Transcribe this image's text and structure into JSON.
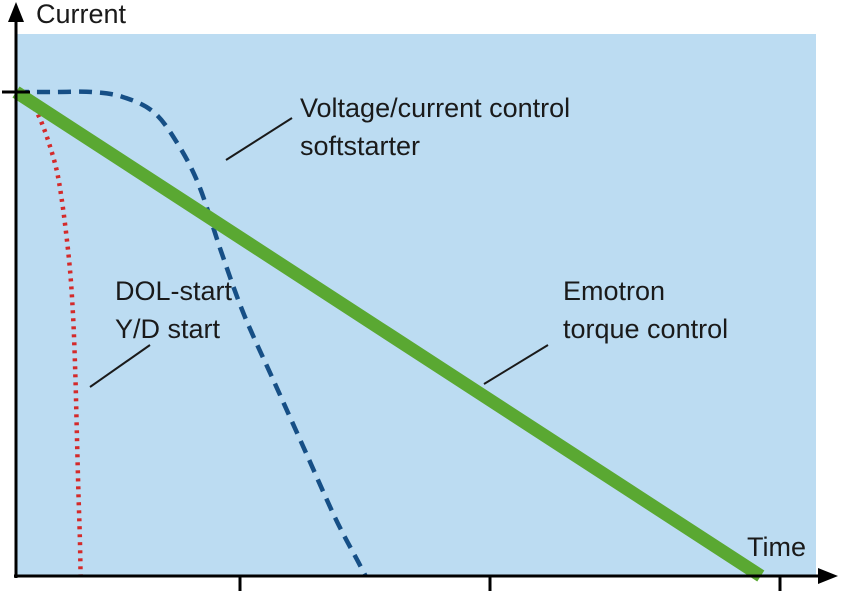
{
  "chart_data": {
    "type": "line",
    "xlabel": "Time",
    "ylabel": "Current",
    "xlim": [
      0,
      1
    ],
    "ylim": [
      0,
      1
    ],
    "x_ticks": 3,
    "grid": false,
    "colors": {
      "background": "#bcdcf2",
      "axis": "#000000",
      "leader": "#1a1a1a"
    },
    "series": [
      {
        "id": "dol",
        "label_lines": [
          "DOL-start",
          "Y/D start"
        ],
        "color": "#d42a2a",
        "style": "dotted",
        "points": [
          [
            0,
            1
          ],
          [
            0.01,
            0.99
          ],
          [
            0.03,
            0.95
          ],
          [
            0.05,
            0.86
          ],
          [
            0.06,
            0.78
          ],
          [
            0.07,
            0.65
          ],
          [
            0.075,
            0.54
          ],
          [
            0.078,
            0.42
          ],
          [
            0.08,
            0.3
          ],
          [
            0.082,
            0.18
          ],
          [
            0.084,
            0.08
          ],
          [
            0.085,
            0
          ]
        ]
      },
      {
        "id": "softstarter",
        "label_lines": [
          "Voltage/current control",
          "softstarter"
        ],
        "color": "#164f86",
        "style": "dashed",
        "points": [
          [
            0,
            1
          ],
          [
            0.05,
            1.0
          ],
          [
            0.1,
            1.0
          ],
          [
            0.14,
            0.99
          ],
          [
            0.18,
            0.96
          ],
          [
            0.21,
            0.9
          ],
          [
            0.24,
            0.81
          ],
          [
            0.27,
            0.67
          ],
          [
            0.3,
            0.54
          ],
          [
            0.34,
            0.4
          ],
          [
            0.38,
            0.26
          ],
          [
            0.42,
            0.12
          ],
          [
            0.45,
            0.03
          ],
          [
            0.46,
            0
          ]
        ]
      },
      {
        "id": "emotron",
        "label_lines": [
          "Emotron",
          "torque control"
        ],
        "color": "#5aa832",
        "style": "solid",
        "points": [
          [
            0,
            1
          ],
          [
            0.98,
            0
          ]
        ]
      }
    ]
  }
}
